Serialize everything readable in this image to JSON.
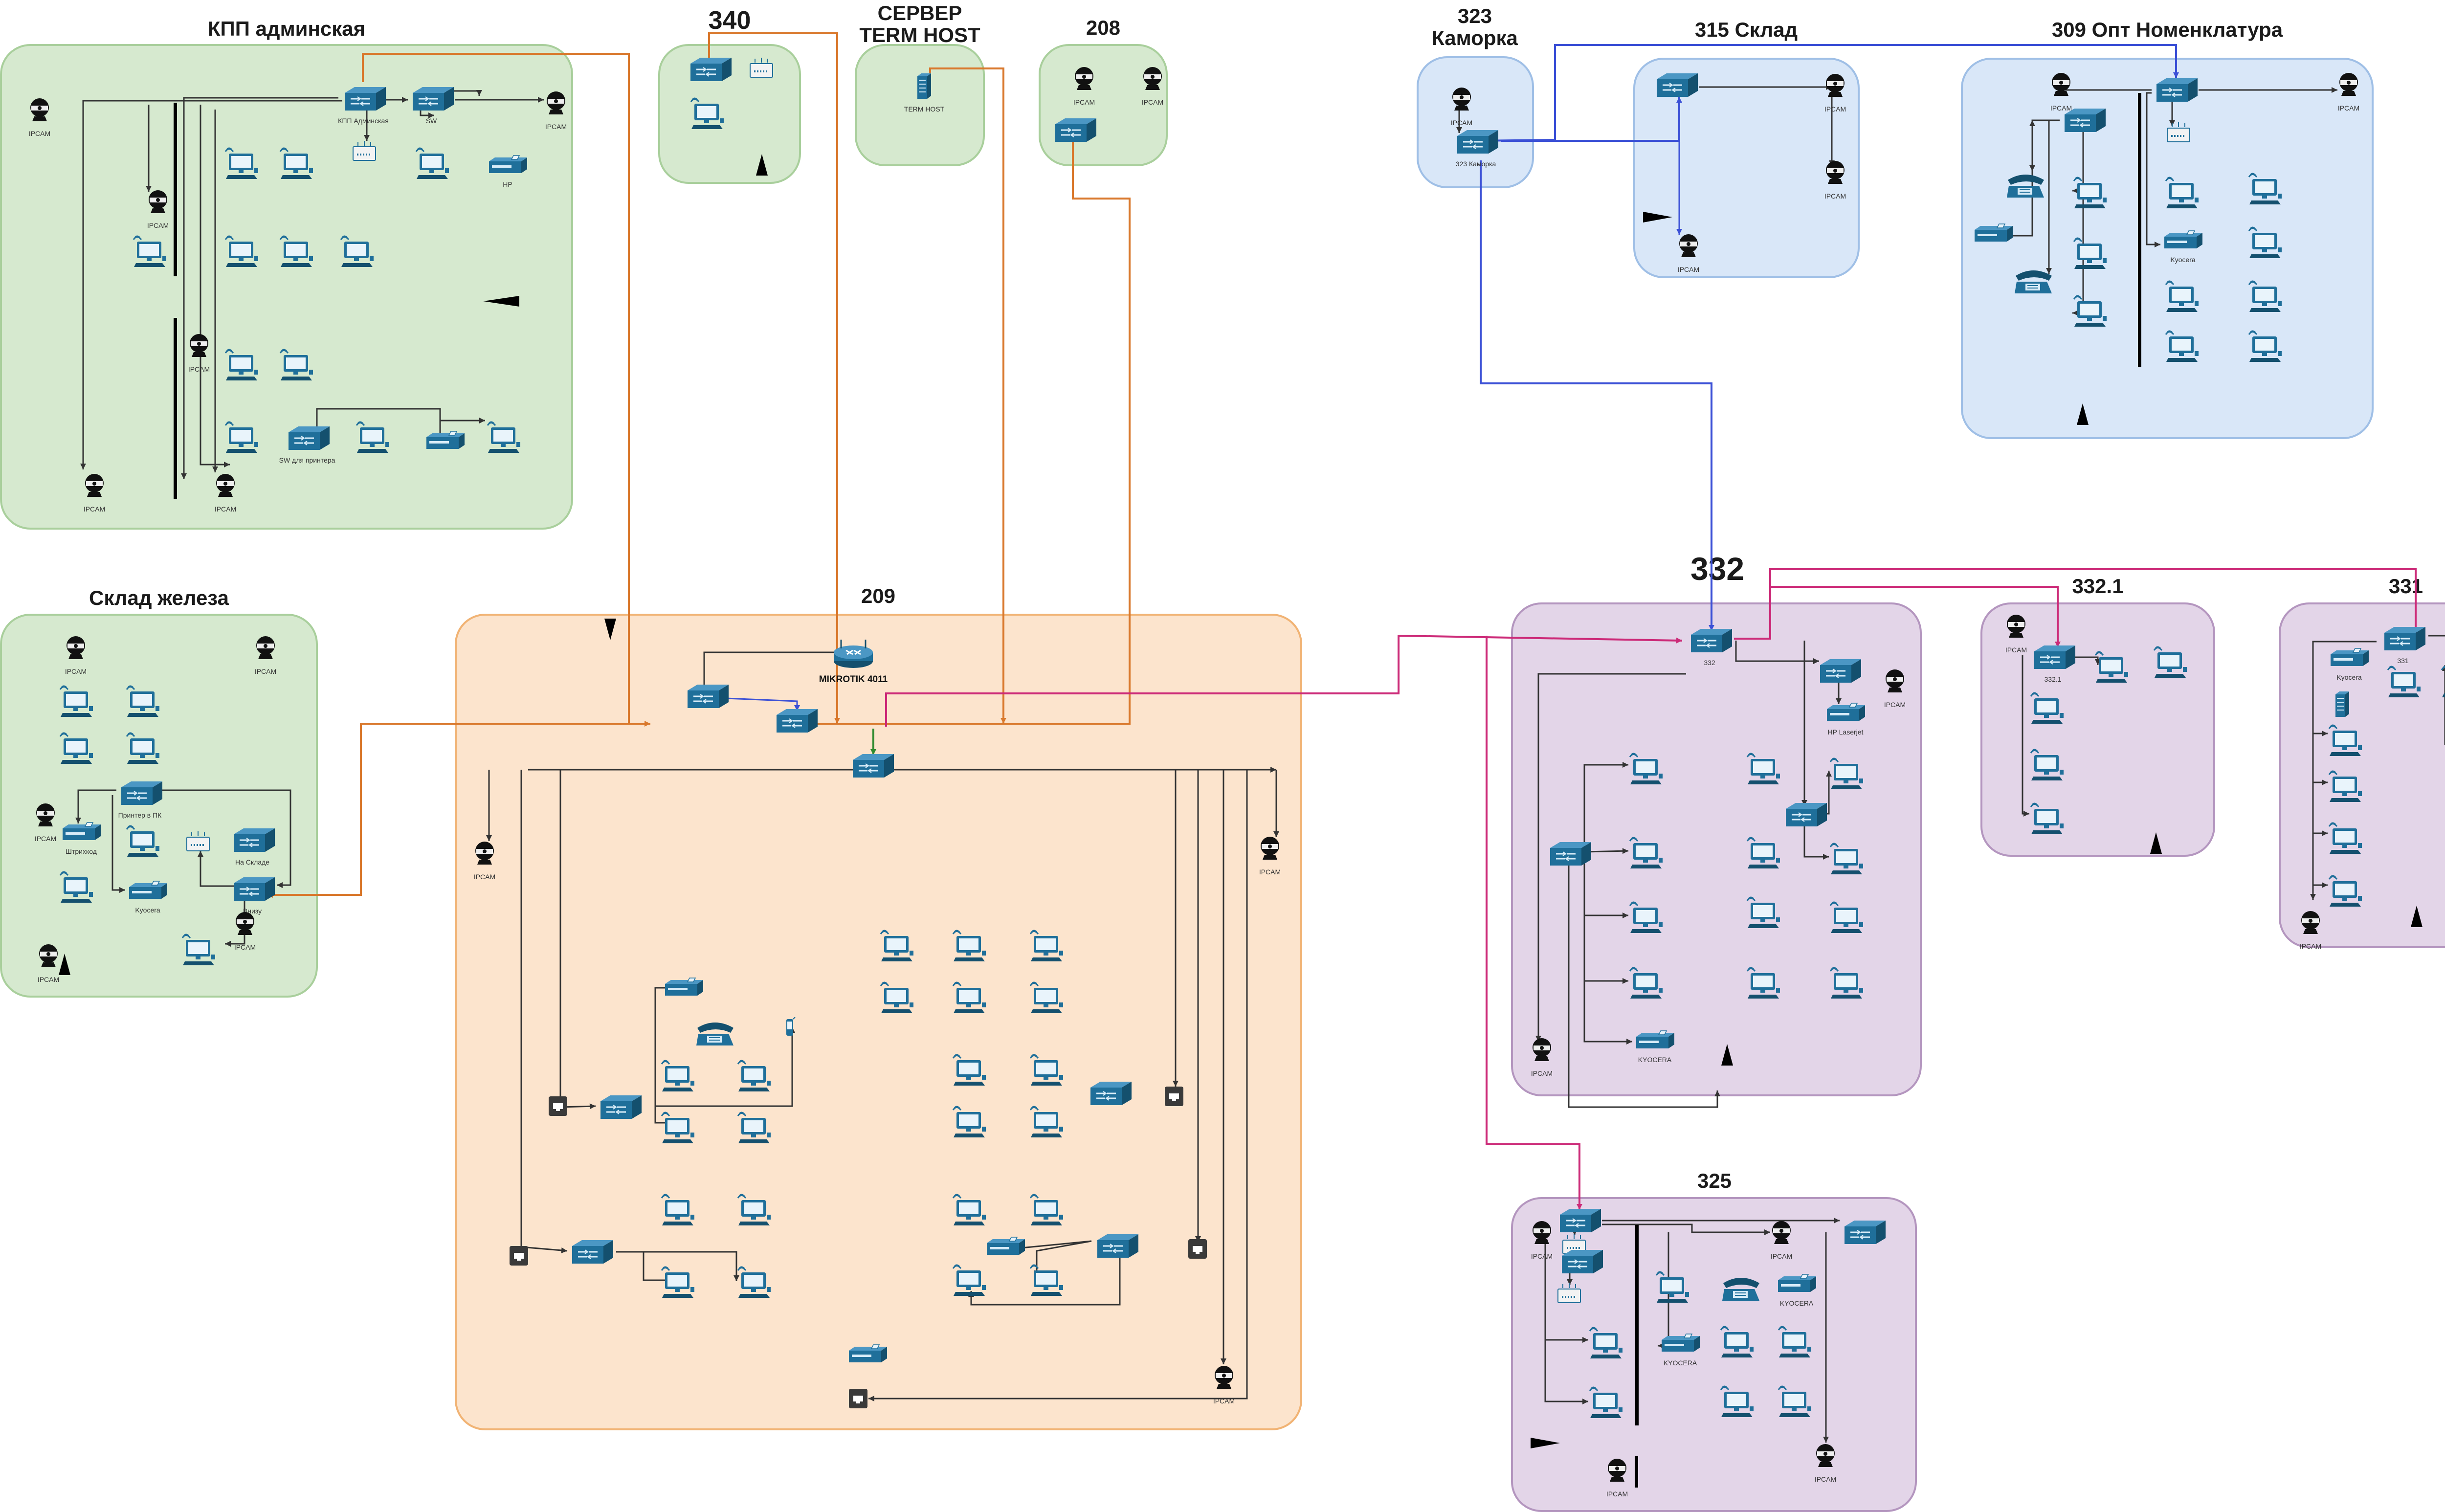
{
  "rooms": [
    {
      "id": "kpp",
      "title": "КПП админская",
      "color": "green"
    },
    {
      "id": "sklad-zheleza",
      "title": "Склад железа",
      "color": "green"
    },
    {
      "id": "r340",
      "title": "340",
      "color": "green"
    },
    {
      "id": "server",
      "title": "СЕРВЕР\nTERM HOST",
      "color": "green"
    },
    {
      "id": "r208",
      "title": "208",
      "color": "green"
    },
    {
      "id": "r323",
      "title": "323\nКаморка",
      "color": "blue"
    },
    {
      "id": "r315",
      "title": "315 Склад",
      "color": "blue"
    },
    {
      "id": "r309",
      "title": "309 Опт Номенклатура",
      "color": "blue"
    },
    {
      "id": "r209",
      "title": "209",
      "color": "orange"
    },
    {
      "id": "r332",
      "title": "332",
      "color": "purple"
    },
    {
      "id": "r332-1",
      "title": "332.1",
      "color": "purple"
    },
    {
      "id": "r331",
      "title": "331",
      "color": "purple"
    },
    {
      "id": "r325",
      "title": "325",
      "color": "purple"
    }
  ],
  "labels": {
    "ipcam": "IPCAM",
    "kpp_switch": "КПП Админская",
    "kpp_sw2": "SW",
    "kpp_hp": "HP",
    "kpp_sw_printer": "SW для принтера",
    "term_host": "TERM HOST",
    "switch_323": "323 Каморка",
    "kyocera": "Kyocera",
    "kyocera_caps": "KYOCERA",
    "router_209": "MIKROTIK 4011",
    "switch_332": "332",
    "hp_laserjet": "HP Laserjet",
    "switch_332_1": "332.1",
    "switch_331": "331",
    "sklad_printer_pc": "Принтер в ПК",
    "sklad_vnizu": "На Складе",
    "sklad_shtrih": "Штрихкод",
    "sklad_nizhe": "Внизу"
  },
  "colors": {
    "orange_link": "#d9782c",
    "blue_link": "#3b50d6",
    "magenta_link": "#cc2a78",
    "green_link": "#2f8a2f",
    "black_link": "#333333",
    "device": "#1f6f9a",
    "device_dark": "#14506e"
  },
  "icons": [
    "pc-icon",
    "switch-icon",
    "router-icon",
    "ipcam-icon",
    "printer-icon",
    "phone-icon",
    "access-point-icon",
    "server-icon",
    "wall-port-icon",
    "mobile-icon"
  ]
}
